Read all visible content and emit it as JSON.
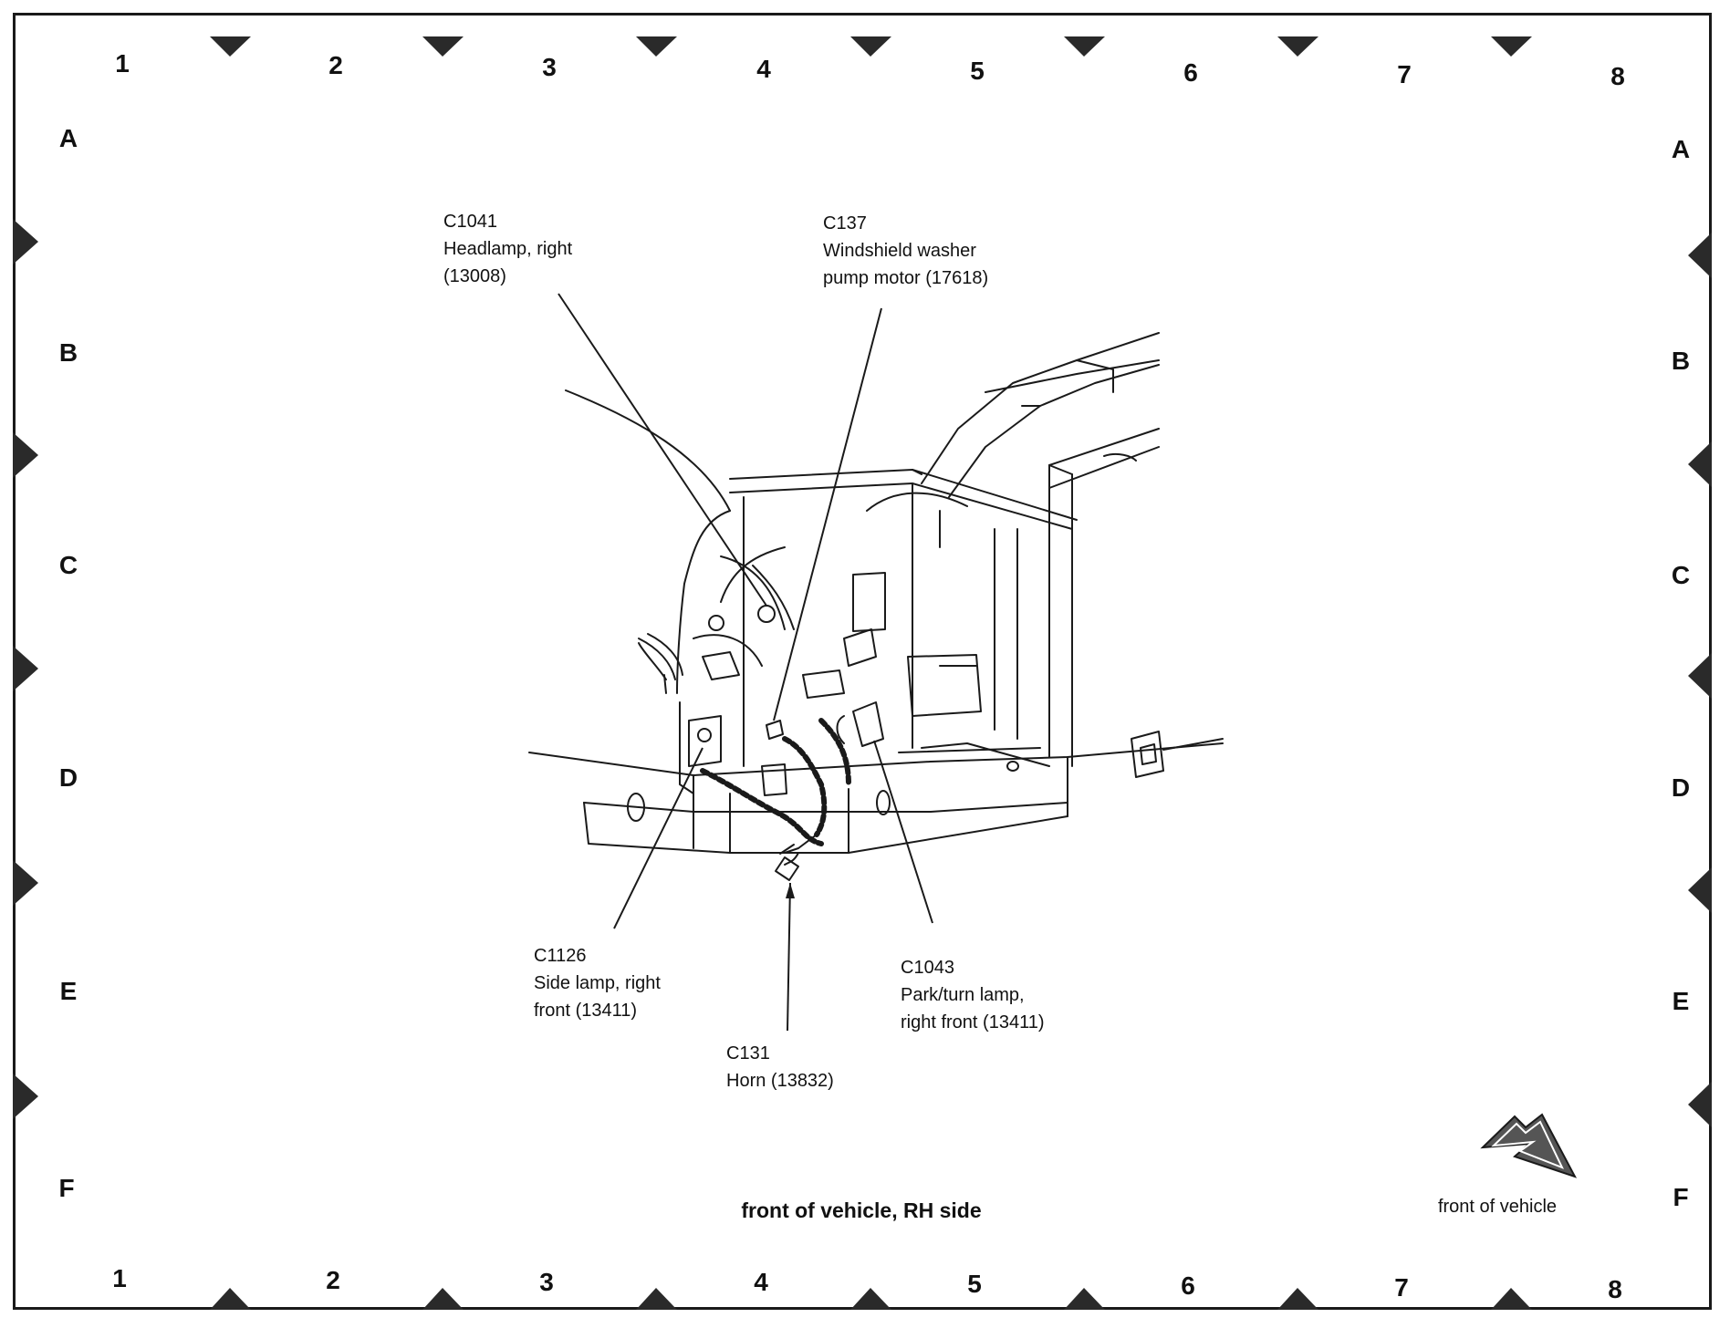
{
  "grid": {
    "columns": [
      "1",
      "2",
      "3",
      "4",
      "5",
      "6",
      "7",
      "8"
    ],
    "rows": [
      "A",
      "B",
      "C",
      "D",
      "E",
      "F"
    ]
  },
  "callouts": [
    {
      "id": "c1041",
      "code": "C1041",
      "desc1": "Headlamp, right",
      "desc2": "(13008)"
    },
    {
      "id": "c137",
      "code": "C137",
      "desc1": "Windshield washer",
      "desc2": "pump motor (17618)"
    },
    {
      "id": "c1126",
      "code": "C1126",
      "desc1": "Side lamp, right",
      "desc2": "front (13411)"
    },
    {
      "id": "c131",
      "code": "C131",
      "desc1": "Horn (13832)",
      "desc2": ""
    },
    {
      "id": "c1043",
      "code": "C1043",
      "desc1": "Park/turn lamp,",
      "desc2": "right front (13411)"
    }
  ],
  "caption": "front of vehicle, RH side",
  "direction_label": "front of vehicle",
  "colors": {
    "ink": "#1a1a1a",
    "marker": "#2a2a2a",
    "arrow_fill": "#555555"
  }
}
